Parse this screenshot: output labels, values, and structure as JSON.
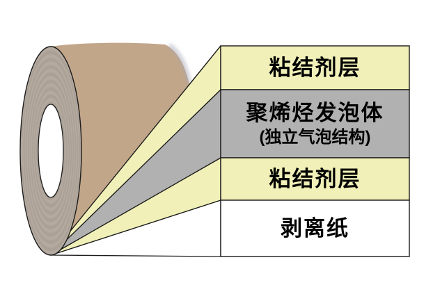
{
  "layers": [
    {
      "label": "粘结剂层",
      "color": "#f0f0b8"
    },
    {
      "label": "聚烯烃发泡体",
      "sublabel": "(独立气泡结构)",
      "color": "#b1b1b1"
    },
    {
      "label": "粘结剂层",
      "color": "#f0f0b8"
    },
    {
      "label": "剥离纸",
      "color": "#ffffff"
    }
  ],
  "roll": {
    "body_color": "#c1a68a",
    "face_color": "#b7aca2",
    "face_ring_color": "#a89e94",
    "core_color": "#ffffff",
    "shadow_color": "#a8a9b8",
    "outline_color": "#1b1b1b"
  },
  "text_color": "#000000",
  "background_color": "#ffffff"
}
